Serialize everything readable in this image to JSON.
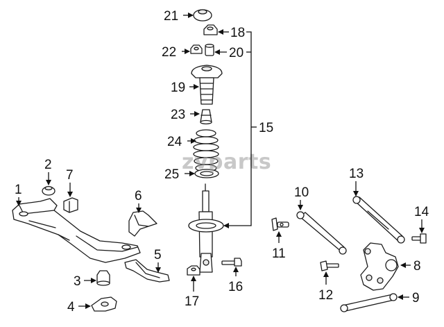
{
  "watermark": "zvparts",
  "callouts": {
    "c1": "1",
    "c2": "2",
    "c3": "3",
    "c4": "4",
    "c5": "5",
    "c6": "6",
    "c7": "7",
    "c8": "8",
    "c9": "9",
    "c10": "10",
    "c11": "11",
    "c12": "12",
    "c13": "13",
    "c14": "14",
    "c15": "15",
    "c16": "16",
    "c17": "17",
    "c18": "18",
    "c19": "19",
    "c20": "20",
    "c21": "21",
    "c22": "22",
    "c23": "23",
    "c24": "24",
    "c25": "25"
  }
}
